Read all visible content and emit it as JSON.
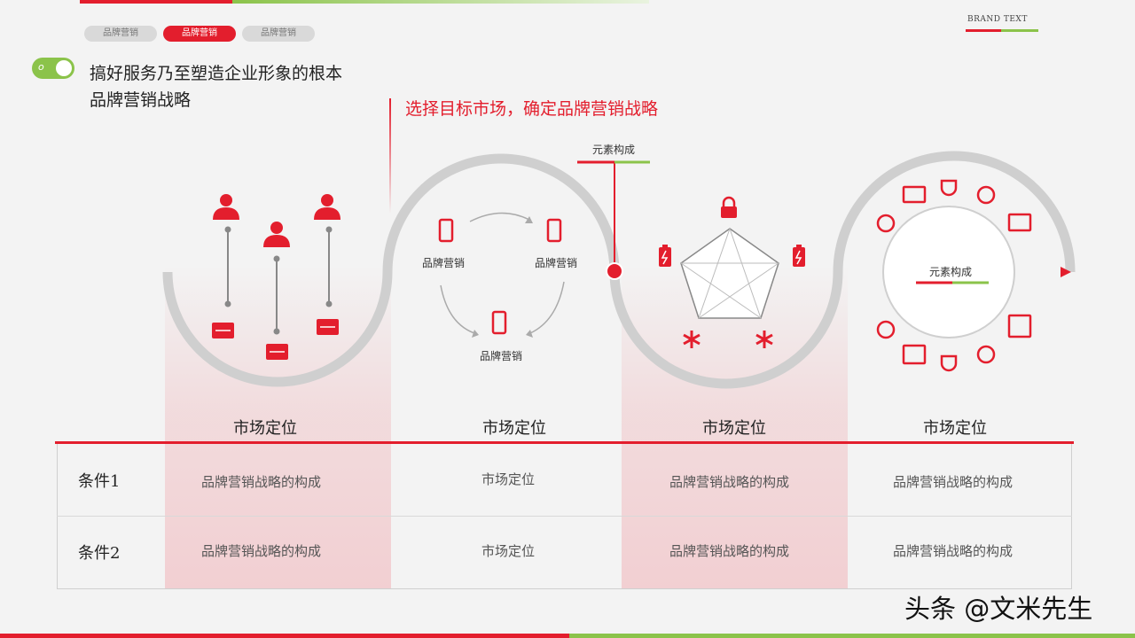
{
  "tabs": [
    "品牌营销",
    "品牌营销",
    "品牌营销"
  ],
  "brand_text": "BRAND TEXT",
  "title_line1": "搞好服务乃至塑造企业形象的根本",
  "title_line2": "品牌营销战略",
  "subtitle": "选择目标市场，确定品牌营销战略",
  "pin_label": "元素构成",
  "circle_label": "元素构成",
  "phone_labels": [
    "品牌营销",
    "品牌营销",
    "品牌营销"
  ],
  "columns": [
    "市场定位",
    "市场定位",
    "市场定位",
    "市场定位"
  ],
  "rows": [
    {
      "label": "条件1",
      "cells": [
        "品牌营销战略的构成",
        "市场定位",
        "品牌营销战略的构成",
        "品牌营销战略的构成"
      ]
    },
    {
      "label": "条件2",
      "cells": [
        "品牌营销战略的构成",
        "市场定位",
        "品牌营销战略的构成",
        "品牌营销战略的构成"
      ]
    }
  ],
  "watermark": "头条 @文米先生",
  "colors": {
    "accent": "#e31e2d",
    "green": "#8bc34a",
    "ring": "#cfcfcf"
  }
}
